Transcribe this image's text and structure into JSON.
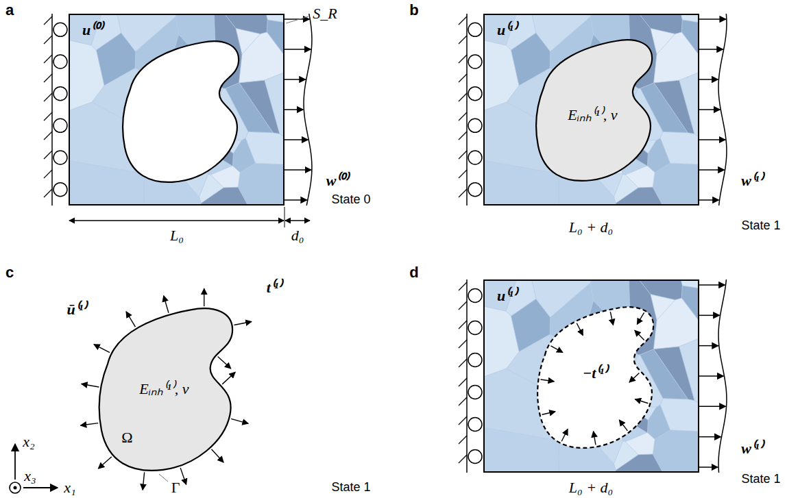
{
  "diagram": {
    "nodes": [
      {
        "text": [
          "u⁽⁰⁾"
        ]
      },
      {
        "text": [
          "u⁽¹⁾"
        ]
      },
      {
        "text": [
          "Eᵢₙₕ⁽¹⁾, ν"
        ],
        "in": 1
      },
      {
        "text": [
          "Eᵢₙₕ⁽¹⁾, ν",
          "Ω"
        ]
      },
      {
        "text": [
          "u⁽¹⁾"
        ]
      }
    ],
    "labels": [
      "a",
      "S_R",
      "w⁽⁰⁾",
      "L₀",
      "d₀",
      "State 0",
      "b",
      "w⁽¹⁾",
      "L₀ + d₀",
      "State 1",
      "c",
      "t⁽¹⁾",
      "ū⁽¹⁾",
      "Γ",
      "State 1",
      "x₂",
      "x₃",
      "x₁",
      "d",
      "−t⁽¹⁾",
      "w⁽¹⁾",
      "L₀ + d₀",
      "State 1"
    ]
  }
}
